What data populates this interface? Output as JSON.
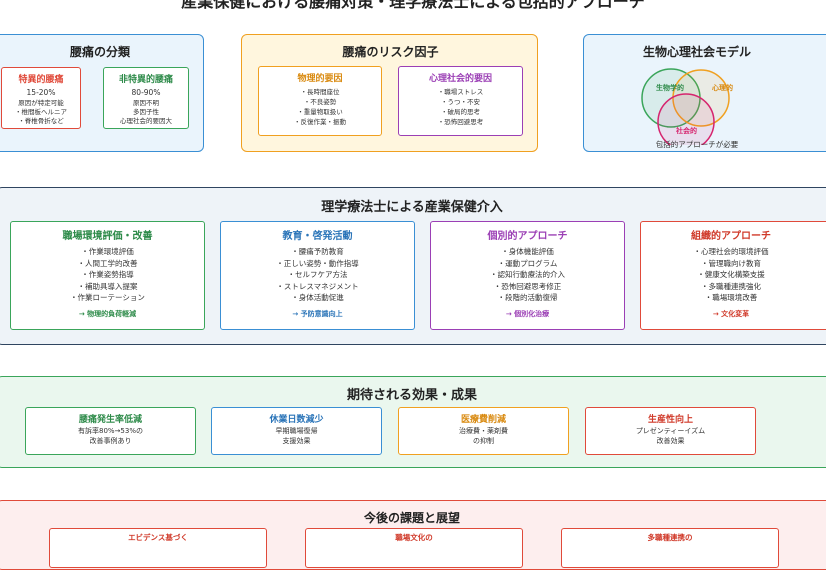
{
  "main_title": "産業保健における腰痛対策・理学療法士による包括的アプローチ",
  "colors": {
    "blue": "#3a8fd4",
    "orange": "#f0a020",
    "green": "#3aa55a",
    "purple": "#9b3fb5",
    "red": "#e04a3a",
    "navy": "#2f4560"
  },
  "top": {
    "classification": {
      "title": "腰痛の分類",
      "specific": {
        "title": "特異的腰痛",
        "lines": [
          "15-20%",
          "原因が特定可能",
          "・椎間板ヘルニア",
          "・脊椎骨折など"
        ]
      },
      "nonspecific": {
        "title": "非特異的腰痛",
        "lines": [
          "80-90%",
          "原因不明",
          "多因子性",
          "心理社会的要因大"
        ]
      }
    },
    "risk": {
      "title": "腰痛のリスク因子",
      "physical": {
        "title": "物理的要因",
        "lines": [
          "・長時間座位",
          "・不良姿勢",
          "・重量物取扱い",
          "・反復作業・振動"
        ]
      },
      "psycho": {
        "title": "心理社会的要因",
        "lines": [
          "・職場ストレス",
          "・うつ・不安",
          "・破局的思考",
          "・恐怖回避思考"
        ]
      }
    },
    "bps": {
      "title": "生物心理社会モデル",
      "bio": "生物学的",
      "psych": "心理的",
      "social": "社会的",
      "note": "包括的アプローチが必要"
    }
  },
  "intervention": {
    "title": "理学療法士による産業保健介入",
    "cards": [
      {
        "title": "職場環境評価・改善",
        "lines": [
          "・作業環境評価",
          "・人間工学的改善",
          "・作業姿勢指導",
          "・補助具導入提案",
          "・作業ローテーション"
        ],
        "note": "→ 物理的負荷軽減"
      },
      {
        "title": "教育・啓発活動",
        "lines": [
          "・腰痛予防教育",
          "・正しい姿勢・動作指導",
          "・セルフケア方法",
          "・ストレスマネジメント",
          "・身体活動促進"
        ],
        "note": "→ 予防意識向上"
      },
      {
        "title": "個別的アプローチ",
        "lines": [
          "・身体機能評価",
          "・運動プログラム",
          "・認知行動療法的介入",
          "・恐怖回避思考修正",
          "・段階的活動復帰"
        ],
        "note": "→ 個別化治療"
      },
      {
        "title": "組織的アプローチ",
        "lines": [
          "・心理社会的環境評価",
          "・管理職向け教育",
          "・健康文化構築支援",
          "・多職種連携強化",
          "・職場環境改善"
        ],
        "note": "→ 文化変革"
      }
    ]
  },
  "effects": {
    "title": "期待される効果・成果",
    "items": [
      {
        "title": "腰痛発生率低減",
        "lines": [
          "有訴率80%→53%の",
          "改善事例あり"
        ]
      },
      {
        "title": "休業日数減少",
        "lines": [
          "早期職場復帰",
          "支援効果"
        ]
      },
      {
        "title": "医療費削減",
        "lines": [
          "治療費・薬剤費",
          "の抑制"
        ]
      },
      {
        "title": "生産性向上",
        "lines": [
          "プレゼンティーイズム",
          "改善効果"
        ]
      }
    ]
  },
  "future": {
    "title": "今後の課題と展望",
    "items": [
      {
        "title": "エビデンス基づく"
      },
      {
        "title": "職場文化の"
      },
      {
        "title": "多職種連携の"
      }
    ]
  }
}
